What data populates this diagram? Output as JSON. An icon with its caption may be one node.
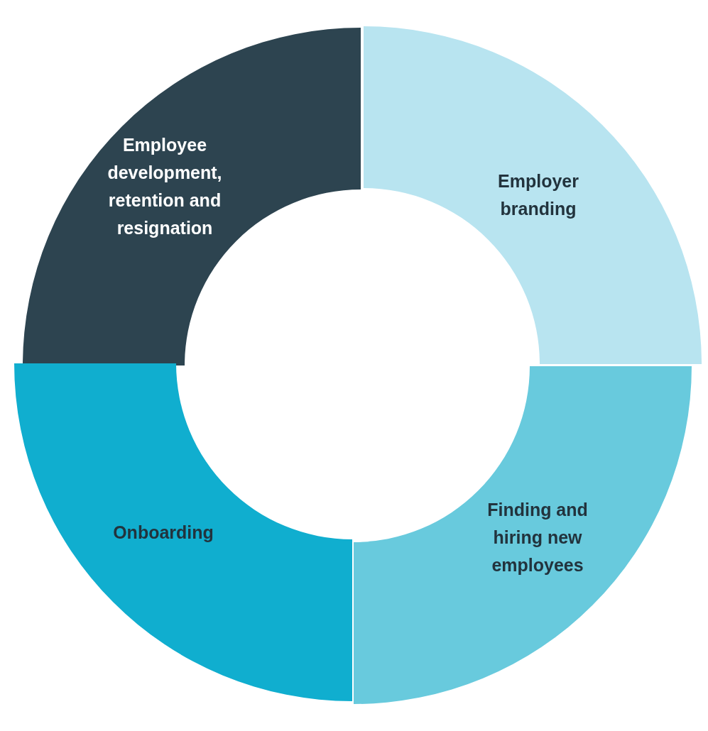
{
  "diagram": {
    "nodes": [
      {
        "text": [
          "Employee development, retention and resignation"
        ]
      },
      {
        "text": [
          "Employer branding"
        ]
      },
      {
        "text": [
          "Onboarding"
        ]
      },
      {
        "text": [
          "Finding and hiring new employees"
        ]
      }
    ]
  }
}
